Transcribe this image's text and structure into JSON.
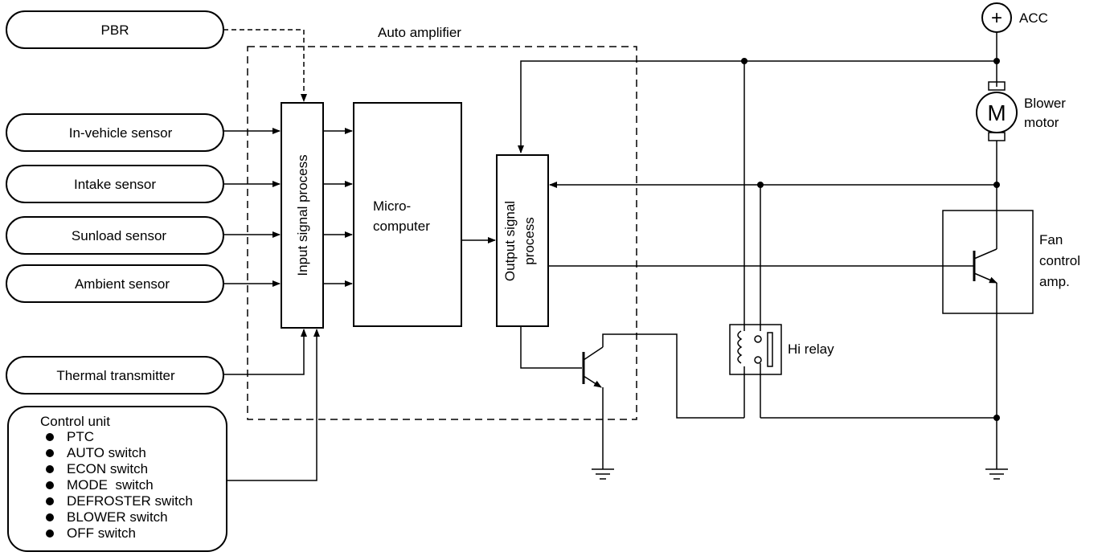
{
  "diagram": {
    "sensors": {
      "pbr": "PBR",
      "in_vehicle": "In-vehicle sensor",
      "intake": "Intake sensor",
      "sunload": "Sunload sensor",
      "ambient": "Ambient sensor",
      "thermal": "Thermal transmitter"
    },
    "control_unit": {
      "title": "Control unit",
      "items": [
        "PTC",
        "AUTO switch",
        "ECON switch",
        "MODE  switch",
        "DEFROSTER switch",
        "BLOWER switch",
        "OFF switch"
      ]
    },
    "auto_amplifier": "Auto amplifier",
    "input_signal_process": "Input signal process",
    "microcomputer": [
      "Micro-",
      "computer"
    ],
    "output_signal_process": [
      "Output signal",
      "process"
    ],
    "acc": "ACC",
    "plus": "+",
    "blower_motor": [
      "Blower",
      "motor"
    ],
    "motor_symbol": "M",
    "fan_control_amp": [
      "Fan",
      "control",
      "amp."
    ],
    "hi_relay": "Hi relay"
  }
}
